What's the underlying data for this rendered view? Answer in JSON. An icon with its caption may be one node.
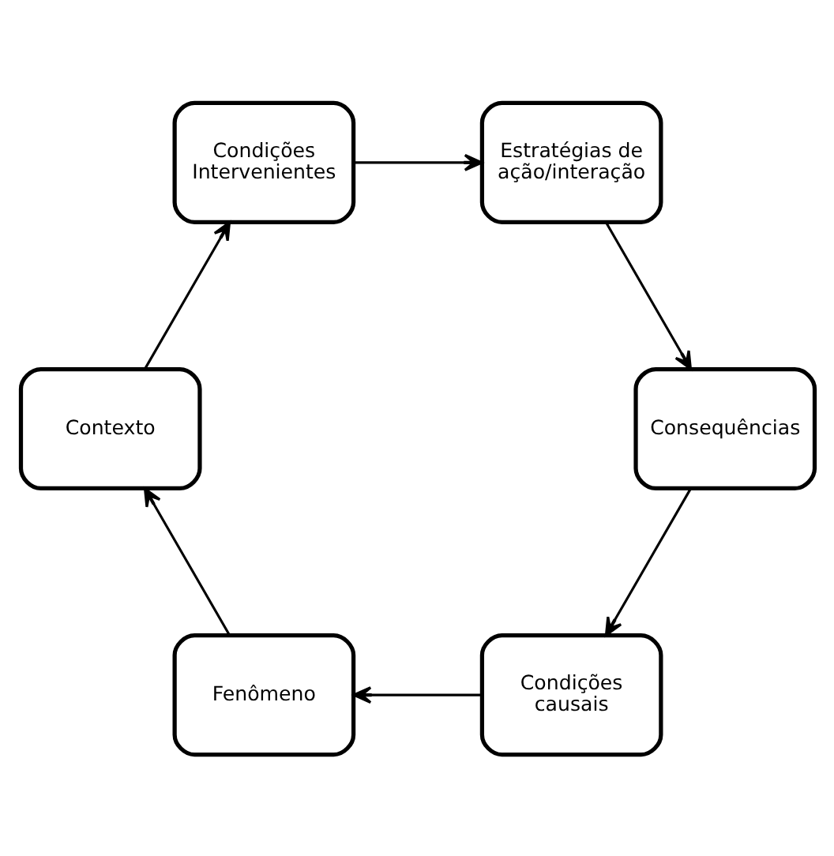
{
  "diagram": {
    "nodes": [
      {
        "text": [
          "Condições causais"
        ]
      },
      {
        "text": [
          "Fenômeno"
        ]
      },
      {
        "text": [
          "Contexto"
        ]
      },
      {
        "text": [
          "Condições Intervenientes"
        ]
      },
      {
        "text": [
          "Estratégias de ação/interação"
        ]
      },
      {
        "text": [
          "Consequências"
        ]
      }
    ],
    "edges": [
      {
        "from": 0,
        "to": 1,
        "arrow": "to"
      },
      {
        "from": 1,
        "to": 2,
        "arrow": "to"
      },
      {
        "from": 2,
        "to": 3,
        "arrow": "to"
      },
      {
        "from": 3,
        "to": 4,
        "arrow": "to"
      },
      {
        "from": 4,
        "to": 5,
        "arrow": "to"
      },
      {
        "from": 5,
        "to": 0,
        "arrow": "to"
      }
    ]
  }
}
